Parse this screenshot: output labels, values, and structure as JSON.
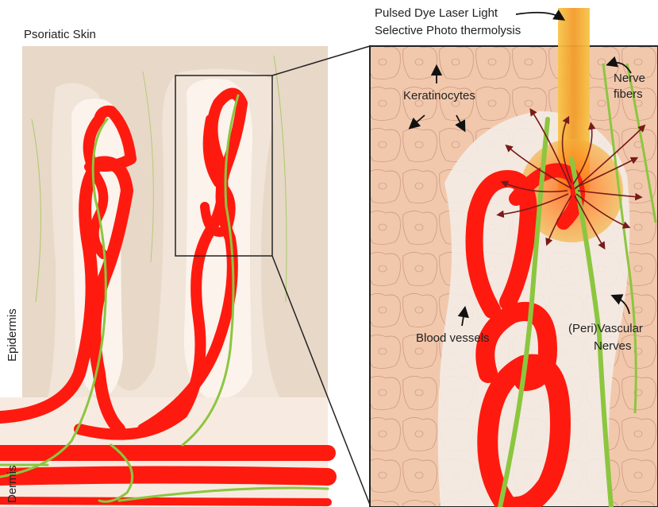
{
  "title": "Psoriatic Skin",
  "laser": {
    "line1": "Pulsed Dye Laser Light",
    "line2": "Selective Photo thermolysis"
  },
  "labels": {
    "keratinocytes": "Keratinocytes",
    "nerve_fibers_1": "Nerve",
    "nerve_fibers_2": "fibers",
    "blood_vessels": "Blood vessels",
    "perivascular_1": "(Peri)Vascular",
    "perivascular_2": "Nerves",
    "epidermis": "Epidermis",
    "dermis": "Dermis"
  },
  "colors": {
    "vessel": "#ff1a10",
    "nerve": "#8cc63f",
    "skin_bg": "#f6e9dd",
    "papilla": "#fbf3ec",
    "cell": "#f2c4a8",
    "cell_line": "#c9967c",
    "laser": "#f2b13a",
    "heat": "#ff7a1a",
    "arrow": "#7a1a1a"
  }
}
